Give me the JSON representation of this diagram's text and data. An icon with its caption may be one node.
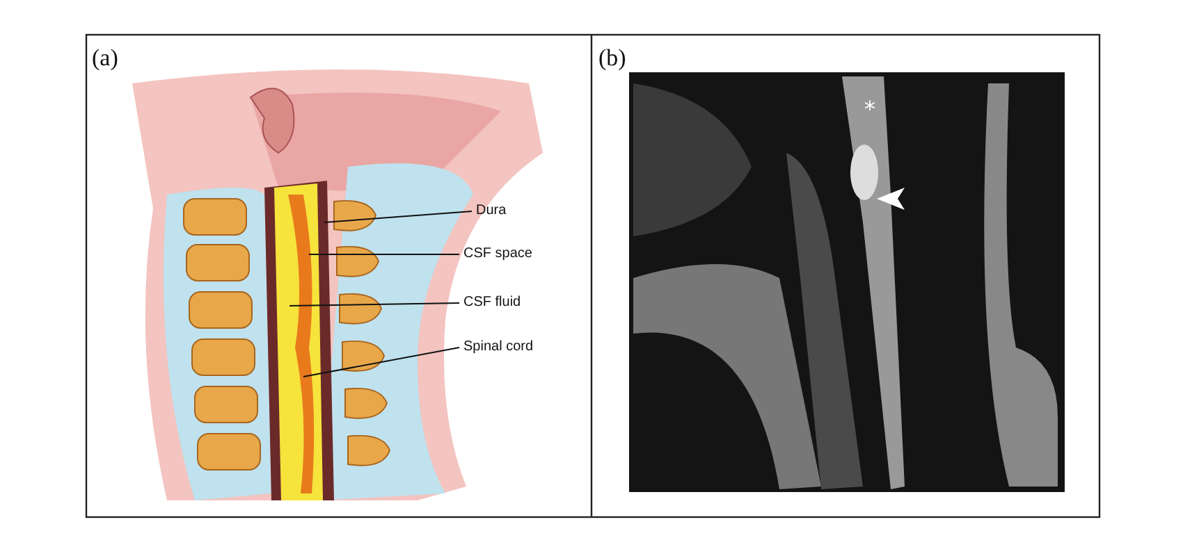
{
  "diagram": {
    "nodes": [
      {
        "text": [
          "Dura"
        ]
      },
      {
        "text": [
          "CSF space"
        ]
      },
      {
        "text": [
          "CSF fluid"
        ]
      },
      {
        "text": [
          "Spinal cord"
        ]
      }
    ],
    "edges": [
      {
        "from": 0,
        "to": null,
        "arrow": "none"
      },
      {
        "from": 1,
        "to": null,
        "arrow": "none"
      },
      {
        "from": 2,
        "to": null,
        "arrow": "none"
      },
      {
        "from": 3,
        "to": null,
        "arrow": "none"
      }
    ],
    "labels": [
      "(a)",
      "(b)",
      "*"
    ]
  }
}
